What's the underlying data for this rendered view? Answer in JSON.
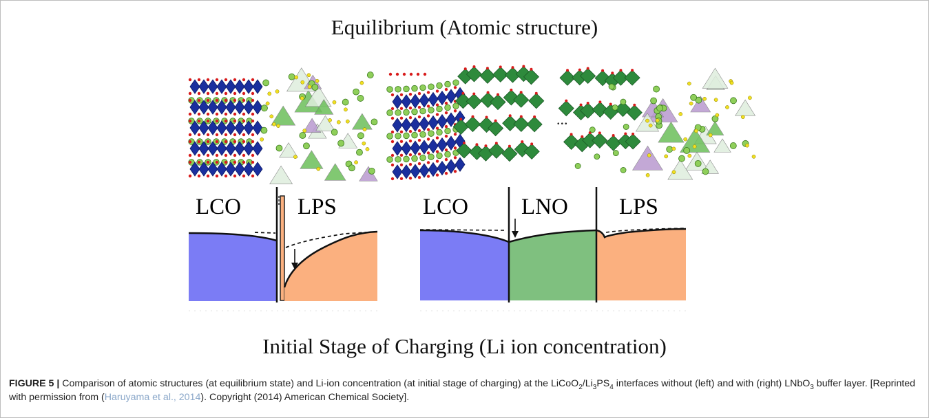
{
  "figure": {
    "title_top": "Equilibrium (Atomic structure)",
    "title_bottom": "Initial Stage of Charging (Li ion concentration)",
    "ellipsis": "...",
    "left_panel": {
      "label_a": "LCO",
      "label_b": "LPS"
    },
    "right_panel": {
      "label_a": "LCO",
      "label_b": "LNO",
      "label_c": "LPS"
    },
    "colors": {
      "lco_blue": "#7b7cf5",
      "lps_orange": "#fbb07f",
      "lno_green": "#7fc07f",
      "octa_blue": "#1a2f9e",
      "octa_green": "#2e8a3c",
      "li_sphere": "#8fcf5a",
      "sulfur": "#f0e020",
      "oxygen": "#d81b1b",
      "ps4_violet": "#b99ad0"
    }
  },
  "caption": {
    "label": "FIGURE 5 |",
    "t1": " Comparison of atomic structures (at equilibrium state) and Li-ion concentration (at initial stage of charging) at the LiCoO",
    "s1": "2",
    "t2": "/Li",
    "s2": "3",
    "t3": "PS",
    "s3": "4",
    "t4": " interfaces without (left) and with (right) LNbO",
    "s4": "3",
    "t5": " buffer layer. [Reprinted with permission from (",
    "citation": "Haruyama et al., 2014",
    "t6": "). Copyright (2014) American Chemical Society]."
  }
}
